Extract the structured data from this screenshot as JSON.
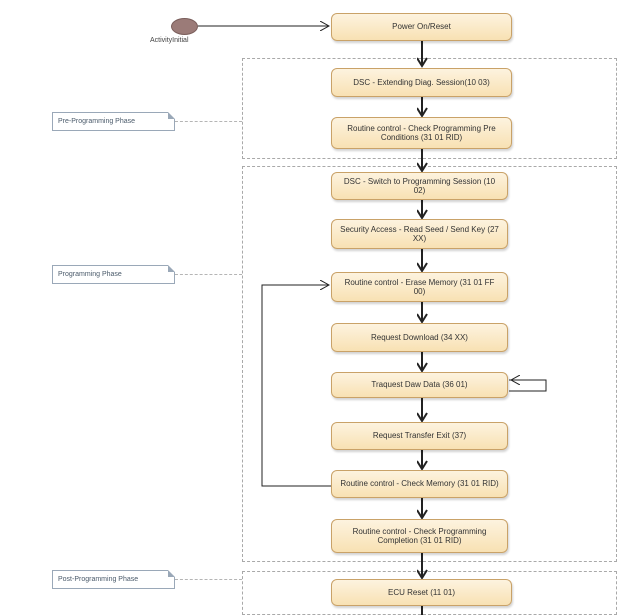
{
  "initial": {
    "label": "ActivityInitial"
  },
  "phases": [
    {
      "name": "Pre-Programming Phase"
    },
    {
      "name": "Programming Phase"
    },
    {
      "name": "Post-Programming Phase"
    }
  ],
  "steps": [
    {
      "label": "Power On/Reset"
    },
    {
      "label": "DSC - Extending Diag. Session(10 03)"
    },
    {
      "label": "Routine control - Check Programming Pre Conditions (31 01 RID)"
    },
    {
      "label": "DSC - Switch to Programming Session (10 02)"
    },
    {
      "label": "Security Access - Read Seed / Send Key (27 XX)"
    },
    {
      "label": "Routine control - Erase Memory (31 01 FF 00)"
    },
    {
      "label": "Request Download (34 XX)"
    },
    {
      "label": "Traquest Daw Data (36 01)"
    },
    {
      "label": "Request Transfer Exit (37)"
    },
    {
      "label": "Routine control - Check Memory (31 01 RID)"
    },
    {
      "label": "Routine control - Check Programming Completion (31 01 RID)"
    },
    {
      "label": "ECU Reset (11 01)"
    }
  ]
}
